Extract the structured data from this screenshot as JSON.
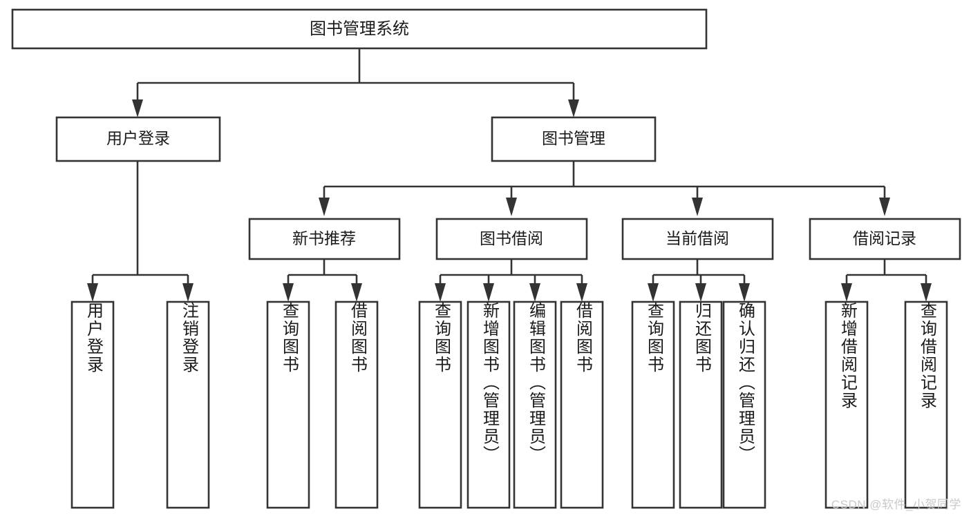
{
  "diagram": {
    "title": "图书管理系统",
    "watermark": "CSDN @软件_小贺同学",
    "colors": {
      "stroke": "#333333",
      "box_fill": "#ffffff",
      "text": "#1a1a1a",
      "watermark": "#c9c9c9",
      "background": "#ffffff"
    },
    "root": {
      "label": "图书管理系统"
    },
    "level2": [
      {
        "label": "用户登录"
      },
      {
        "label": "图书管理"
      }
    ],
    "level3": [
      {
        "label": "新书推荐"
      },
      {
        "label": "图书借阅"
      },
      {
        "label": "当前借阅"
      },
      {
        "label": "借阅记录"
      }
    ],
    "leaves": {
      "user_login": [
        {
          "label": "用户登录"
        },
        {
          "label": "注销登录"
        }
      ],
      "new_book_recommend": [
        {
          "label": "查询图书"
        },
        {
          "label": "借阅图书"
        }
      ],
      "book_borrow": [
        {
          "label": "查询图书"
        },
        {
          "label": "新增图书（管理员）"
        },
        {
          "label": "编辑图书（管理员）"
        },
        {
          "label": "借阅图书"
        }
      ],
      "current_borrow": [
        {
          "label": "查询图书"
        },
        {
          "label": "归还图书"
        },
        {
          "label": "确认归还（管理员）"
        }
      ],
      "borrow_record": [
        {
          "label": "新增借阅记录"
        },
        {
          "label": "查询借阅记录"
        }
      ]
    }
  },
  "chart_data": {
    "type": "diagram",
    "title": "图书管理系统",
    "structure": "tree",
    "nodes": [
      {
        "id": "root",
        "label": "图书管理系统",
        "level": 1,
        "parent": null
      },
      {
        "id": "user_login",
        "label": "用户登录",
        "level": 2,
        "parent": "root"
      },
      {
        "id": "book_manage",
        "label": "图书管理",
        "level": 2,
        "parent": "root"
      },
      {
        "id": "new_book",
        "label": "新书推荐",
        "level": 3,
        "parent": "book_manage"
      },
      {
        "id": "book_borrow",
        "label": "图书借阅",
        "level": 3,
        "parent": "book_manage"
      },
      {
        "id": "current_borrow",
        "label": "当前借阅",
        "level": 3,
        "parent": "book_manage"
      },
      {
        "id": "borrow_record",
        "label": "借阅记录",
        "level": 3,
        "parent": "book_manage"
      },
      {
        "id": "l1",
        "label": "用户登录",
        "level": 4,
        "parent": "user_login"
      },
      {
        "id": "l2",
        "label": "注销登录",
        "level": 4,
        "parent": "user_login"
      },
      {
        "id": "l3",
        "label": "查询图书",
        "level": 4,
        "parent": "new_book"
      },
      {
        "id": "l4",
        "label": "借阅图书",
        "level": 4,
        "parent": "new_book"
      },
      {
        "id": "l5",
        "label": "查询图书",
        "level": 4,
        "parent": "book_borrow"
      },
      {
        "id": "l6",
        "label": "新增图书（管理员）",
        "level": 4,
        "parent": "book_borrow"
      },
      {
        "id": "l7",
        "label": "编辑图书（管理员）",
        "level": 4,
        "parent": "book_borrow"
      },
      {
        "id": "l8",
        "label": "借阅图书",
        "level": 4,
        "parent": "book_borrow"
      },
      {
        "id": "l9",
        "label": "查询图书",
        "level": 4,
        "parent": "current_borrow"
      },
      {
        "id": "l10",
        "label": "归还图书",
        "level": 4,
        "parent": "current_borrow"
      },
      {
        "id": "l11",
        "label": "确认归还（管理员）",
        "level": 4,
        "parent": "current_borrow"
      },
      {
        "id": "l12",
        "label": "新增借阅记录",
        "level": 4,
        "parent": "borrow_record"
      },
      {
        "id": "l13",
        "label": "查询借阅记录",
        "level": 4,
        "parent": "borrow_record"
      }
    ]
  }
}
